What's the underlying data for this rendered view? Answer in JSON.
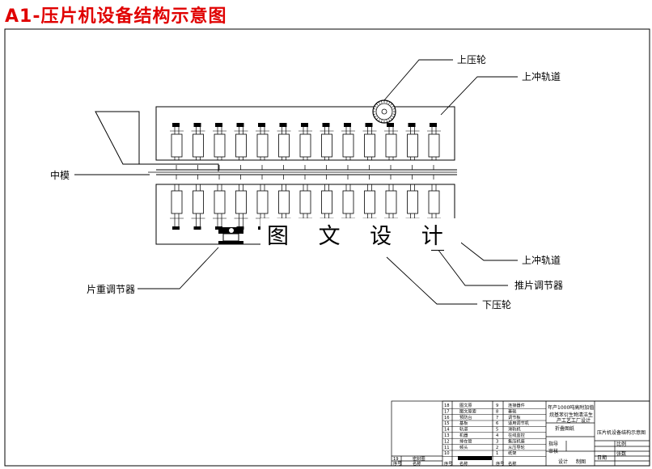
{
  "title": "A1-压片机设备结构示意图",
  "watermark": "图 文 设 计",
  "labels": {
    "upper_press_wheel": "上压轮",
    "upper_punch_track_top": "上冲轨道",
    "middle_die": "中模",
    "upper_punch_track_bottom": "上冲轨道",
    "push_regulator": "推片调节器",
    "weight_regulator": "片重调节器",
    "lower_press_wheel": "下压轮"
  },
  "title_block": {
    "rows": [
      [
        "18",
        "图文原",
        "9",
        "连接器件"
      ],
      [
        "17",
        "图文原索",
        "8",
        "基础"
      ],
      [
        "16",
        "预防台",
        "7",
        "调节板"
      ],
      [
        "15",
        "基板",
        "6",
        "适用调节机"
      ],
      [
        "14",
        "轨道",
        "5",
        "滑轨机"
      ],
      [
        "13",
        "机器",
        "4",
        "在线监控"
      ],
      [
        "12",
        "排在管",
        "3",
        "集压机座"
      ],
      [
        "11",
        "频头",
        "2",
        "从压导轮"
      ],
      [
        "10",
        "",
        "1",
        "纸架"
      ]
    ],
    "left_extra_row": [
      "19",
      "密封圈"
    ],
    "header": [
      "序号",
      "名称",
      "序号",
      "名称"
    ],
    "project": "年产1000吨高附加值烷基苯衍生物清洁生产工艺工厂设计",
    "drawing_name": "压片机设备结构示意图",
    "fields": [
      "折叠图纸",
      "指导",
      "审核",
      "日期",
      "张数",
      "设计",
      "制图",
      "比例"
    ]
  }
}
